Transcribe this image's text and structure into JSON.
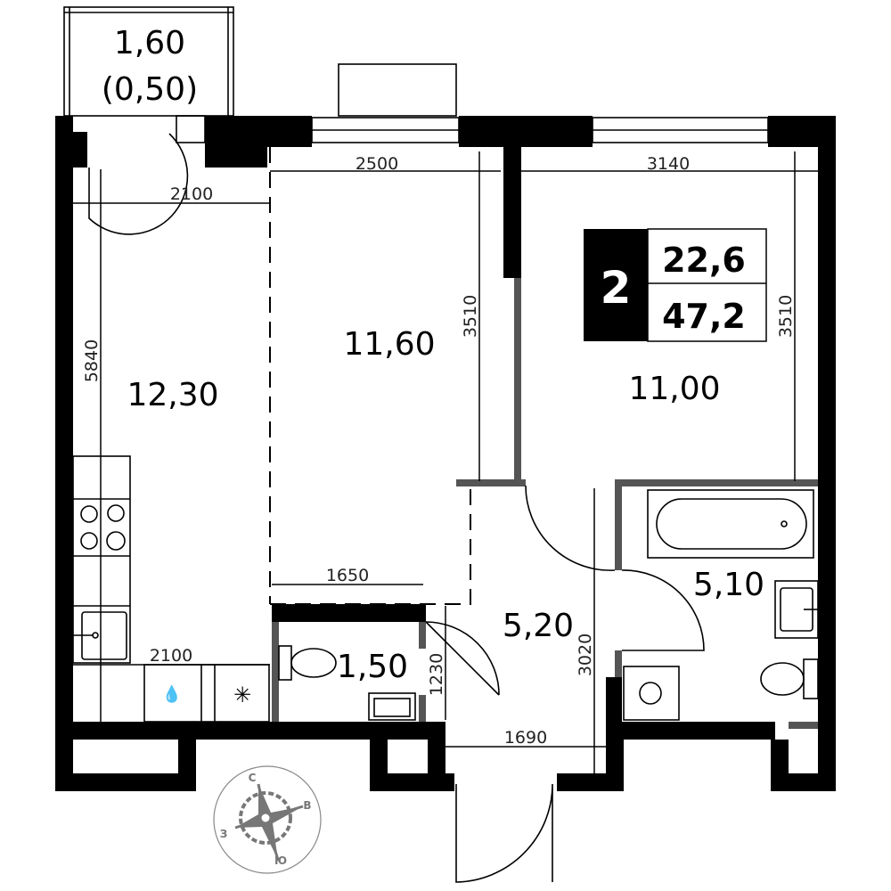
{
  "plan": {
    "rooms_badge": "2",
    "living_area": "22,6",
    "total_area": "47,2",
    "rooms": {
      "balcony": "1,60",
      "balcony_reduced": "(0,50)",
      "kitchen": "12,30",
      "living": "11,60",
      "bedroom": "11,00",
      "wc": "1,50",
      "hall": "5,20",
      "bathroom": "5,10"
    },
    "dimensions": {
      "living_width": "2500",
      "bedroom_width": "3140",
      "kitchen_top_width": "2100",
      "kitchen_length": "5840",
      "living_depth": "3510",
      "bedroom_depth": "3510",
      "living_lower_width": "1650",
      "kitchen_bottom_width": "2100",
      "wc_depth": "1230",
      "hall_depth": "3020",
      "hall_width": "1690"
    },
    "compass": {
      "north": "С",
      "east": "В",
      "west": "З",
      "south": "Ю"
    }
  }
}
